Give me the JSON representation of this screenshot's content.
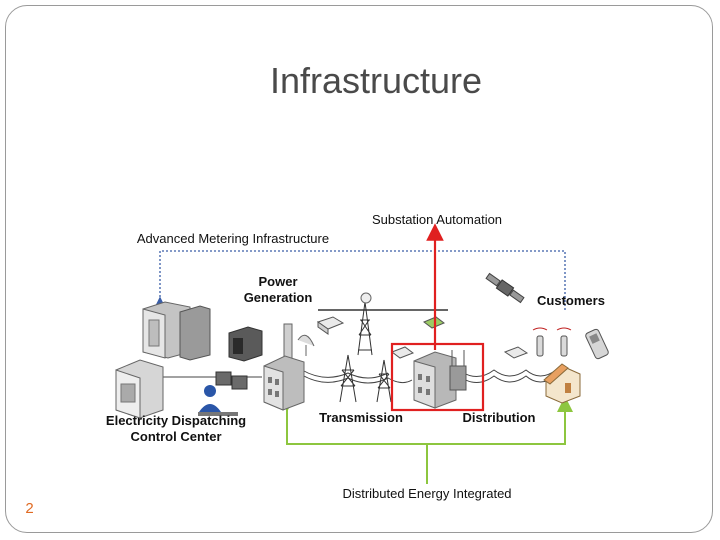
{
  "slide": {
    "title": "Infrastructure",
    "page_number": "2"
  },
  "diagram": {
    "labels": {
      "substation_automation": "Substation Automation",
      "advanced_metering": "Advanced Metering Infrastructure",
      "power": "Power",
      "generation": "Generation",
      "customers": "Customers",
      "dispatch_line1": "Electricity Dispatching",
      "dispatch_line2": "Control Center",
      "transmission": "Transmission",
      "distribution": "Distribution",
      "distributed_energy": "Distributed Energy Integrated"
    },
    "colors": {
      "highlight": "#e02020",
      "green": "#8dc63f",
      "dotted": "#3a5ea8",
      "text": "#111111"
    },
    "icons": [
      "server-rack-icon",
      "monitor-icon",
      "control-building-icon",
      "operator-icon",
      "power-plant-icon",
      "satellite-dish-icon",
      "transmission-tower-icon",
      "substation-building-icon",
      "transformer-icon",
      "router-icon",
      "satellite-icon",
      "antenna-icon",
      "mobile-phone-icon",
      "house-icon"
    ]
  }
}
